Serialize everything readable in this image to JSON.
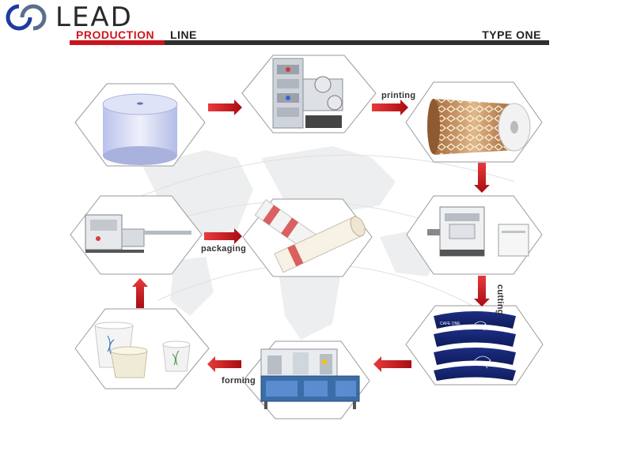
{
  "brand": {
    "name": "LEAD"
  },
  "header": {
    "production": "PRODUCTION",
    "line": "LINE",
    "type": "TYPE ONE"
  },
  "labels": {
    "printing": "printing",
    "packaging": "packaging",
    "cutting": "cutting",
    "forming": "forming"
  },
  "stages": [
    "paper-roll",
    "printing-machine",
    "printed-roll",
    "die-cutting-machine",
    "cup-fans",
    "cup-forming-machine",
    "paper-cups",
    "packed-cups",
    "packaging-machine"
  ],
  "product_text": {
    "fan_print": "CAFE ONE"
  },
  "colors": {
    "accent_red": "#c8141c",
    "logo_blue": "#1e3c9c",
    "dark": "#2f2f2f"
  }
}
